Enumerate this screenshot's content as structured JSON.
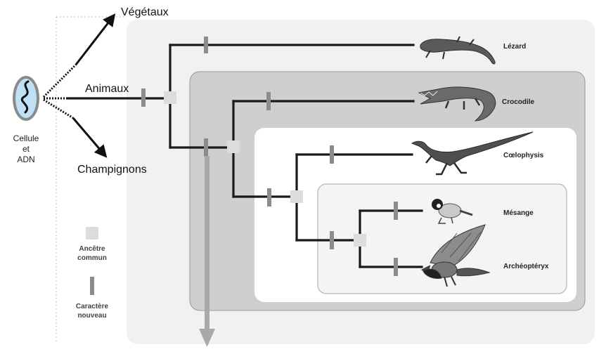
{
  "labels": {
    "vegetaux": "Végétaux",
    "animaux": "Animaux",
    "champignons": "Champignons",
    "cellule_line1": "Cellule",
    "cellule_line2": "et",
    "cellule_line3": "ADN"
  },
  "taxa": [
    {
      "id": "lezard",
      "name": "Lézard"
    },
    {
      "id": "crocodile",
      "name": "Crocodile"
    },
    {
      "id": "coelophysis",
      "name": "Cœlophysis"
    },
    {
      "id": "mesange",
      "name": "Mésange"
    },
    {
      "id": "archeopteryx",
      "name": "Archéoptéryx"
    }
  ],
  "legend": {
    "ancestor_line1": "Ancêtre",
    "ancestor_line2": "commun",
    "character_line1": "Caractère",
    "character_line2": "nouveau"
  },
  "colors": {
    "outer_panel": "#f1f1f1",
    "mid_panel": "#cfcfcf",
    "inner_panel": "#ffffff",
    "bird_panel": "#f4f4f4",
    "cell_fill": "#bfe0f5",
    "arrow_down": "#a9a9a9",
    "branch": "#1a1a1a"
  }
}
